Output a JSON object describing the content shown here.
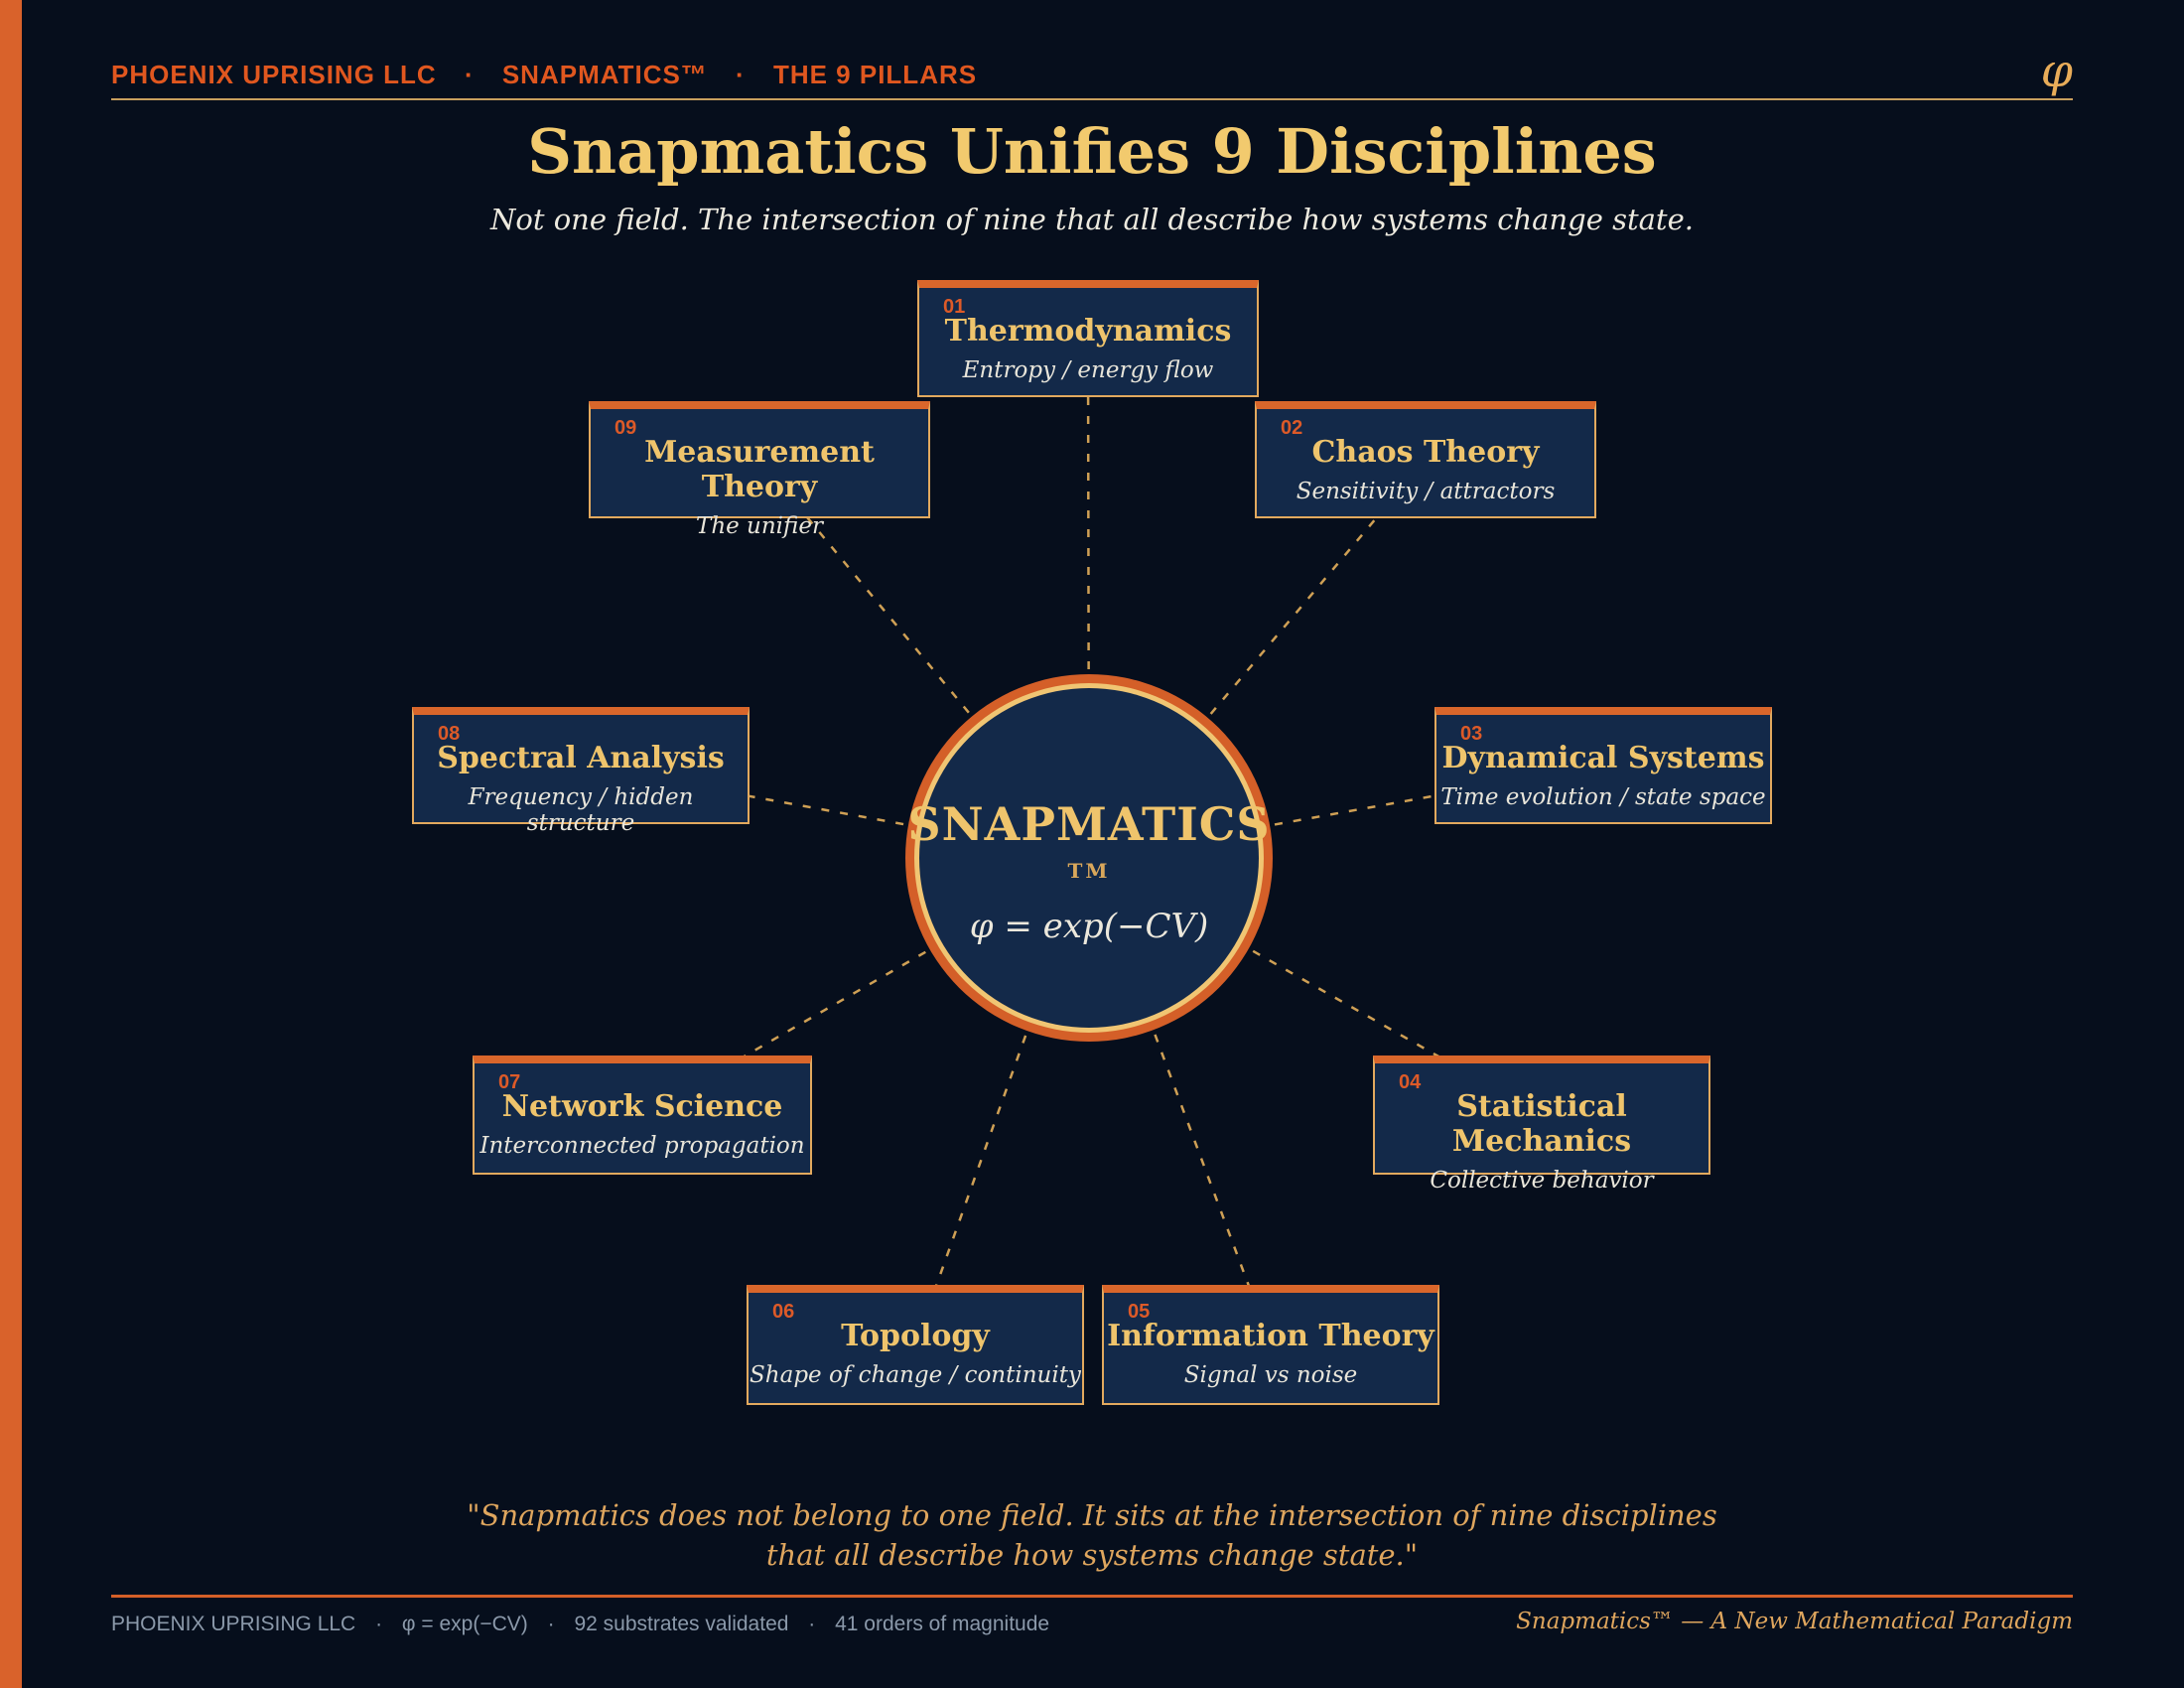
{
  "header": {
    "company": "PHOENIX UPRISING LLC",
    "separator": "·",
    "product": "SNAPMATICS™",
    "section": "THE 9 PILLARS",
    "phi_symbol": "φ"
  },
  "hero": {
    "title": "Snapmatics Unifies 9 Disciplines",
    "subtitle": "Not one field. The intersection of nine that all describe how systems change state."
  },
  "center": {
    "name": "SNAPMATICS",
    "tm": "TM",
    "formula": "φ = exp(−CV)"
  },
  "pillars": [
    {
      "num": "01",
      "title": "Thermodynamics",
      "subtitle": "Entropy / energy flow"
    },
    {
      "num": "02",
      "title": "Chaos Theory",
      "subtitle": "Sensitivity / attractors"
    },
    {
      "num": "03",
      "title": "Dynamical Systems",
      "subtitle": "Time evolution / state space"
    },
    {
      "num": "04",
      "title": "Statistical Mechanics",
      "subtitle": "Collective behavior"
    },
    {
      "num": "05",
      "title": "Information Theory",
      "subtitle": "Signal vs noise"
    },
    {
      "num": "06",
      "title": "Topology",
      "subtitle": "Shape of change / continuity"
    },
    {
      "num": "07",
      "title": "Network Science",
      "subtitle": "Interconnected propagation"
    },
    {
      "num": "08",
      "title": "Spectral Analysis",
      "subtitle": "Frequency / hidden structure"
    },
    {
      "num": "09",
      "title": "Measurement Theory",
      "subtitle": "The unifier"
    }
  ],
  "quote": {
    "line1": "\"Snapmatics does not belong to one field. It sits at the intersection of nine disciplines",
    "line2": "that all describe how systems change state.\""
  },
  "footer": {
    "separator": "·",
    "items": [
      "PHOENIX UPRISING LLC",
      "φ = exp(−CV)",
      "92 substrates validated",
      "41 orders of magnitude"
    ],
    "right": "Snapmatics™ — A New Mathematical Paradigm"
  },
  "colors": {
    "background": "#060e1c",
    "accent_orange": "#d9662b",
    "accent_gold": "#e2a95e",
    "title_gold": "#f2ca6e",
    "box_background": "#132949",
    "connector": "#cfa055"
  }
}
